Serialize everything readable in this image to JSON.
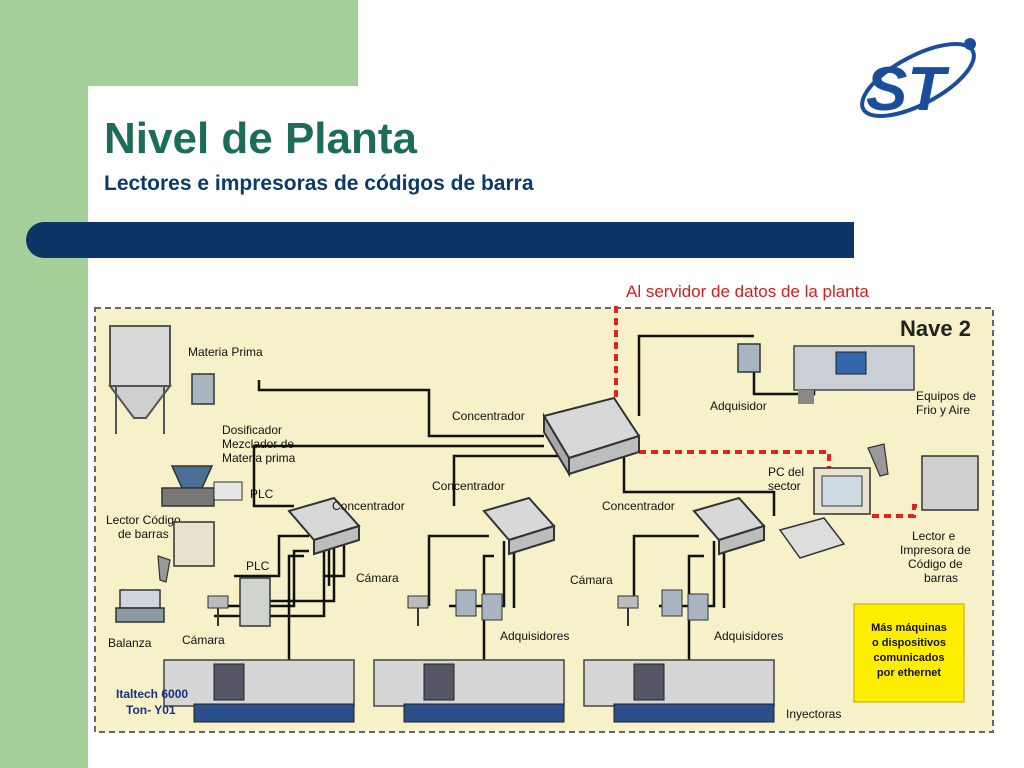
{
  "slide": {
    "title": "Nivel de Planta",
    "subtitle": "Lectores e impresoras de códigos de barra"
  },
  "colors": {
    "green_band": "#a5cf99",
    "title_green": "#1d6b5a",
    "navy": "#0c3465",
    "diagram_bg": "#f6f1c9",
    "ethernet_red": "#e2231a",
    "yellow_note": "#ffee00"
  },
  "diagram": {
    "server_label": "Al servidor de datos de la planta",
    "area_title": "Nave 2",
    "labels": {
      "materia_prima": "Materia Prima",
      "dosificador": [
        "Dosificador",
        "Mezclador de",
        "Materia prima"
      ],
      "plc_1": "PLC",
      "plc_2": "PLC",
      "lector_codigo": [
        "Lector Código",
        "de barras"
      ],
      "balanza": "Balanza",
      "camara_1": "Cámara",
      "camara_2": "Cámara",
      "camara_3": "Cámara",
      "concentrador_main": "Concentrador",
      "concentrador_1": "Concentrador",
      "concentrador_2": "Concentrador",
      "concentrador_3": "Concentrador",
      "adquisidor": "Adquisidor",
      "adquisidores_1": "Adquisidores",
      "adquisidores_2": "Adquisidores",
      "equipos_frio": [
        "Equipos de",
        "Frio y Aire"
      ],
      "pc_sector": [
        "PC del",
        "sector"
      ],
      "lector_impresora": [
        "Lector e",
        "Impresora de",
        "Código de",
        "barras"
      ],
      "italtech": [
        "Italtech 6000",
        "Ton- Y01"
      ],
      "inyectoras": "Inyectoras",
      "mas_maquinas": [
        "Más máquinas",
        "o dispositivos",
        "comunicados",
        "por ethernet"
      ]
    }
  }
}
